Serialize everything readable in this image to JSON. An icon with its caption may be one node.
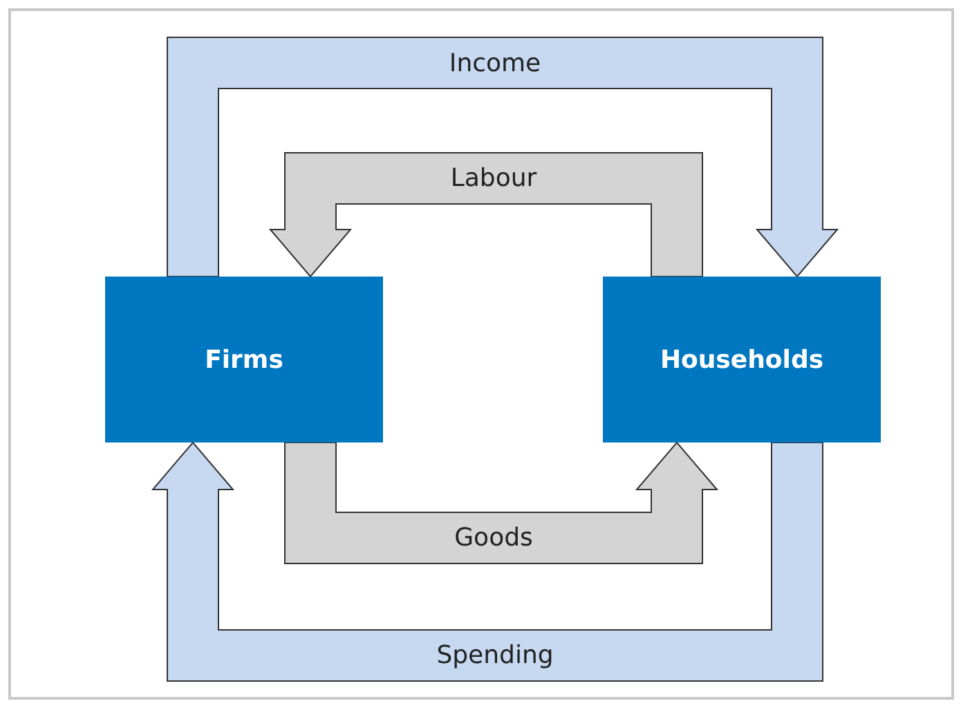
{
  "diagram": {
    "nodes": [
      {
        "text": [
          "Firms"
        ]
      },
      {
        "text": [
          "Households"
        ]
      }
    ],
    "edges": [
      {
        "from": 0,
        "to": 1,
        "arrow": "to",
        "label": "Income"
      },
      {
        "from": 1,
        "to": 0,
        "arrow": "to",
        "label": "Labour",
        "color": "#d4d4d4"
      },
      {
        "from": 0,
        "to": 1,
        "arrow": "to",
        "label": "Goods",
        "color": "#d4d4d4"
      },
      {
        "from": 1,
        "to": 0,
        "arrow": "to",
        "label": "Spending"
      }
    ]
  }
}
